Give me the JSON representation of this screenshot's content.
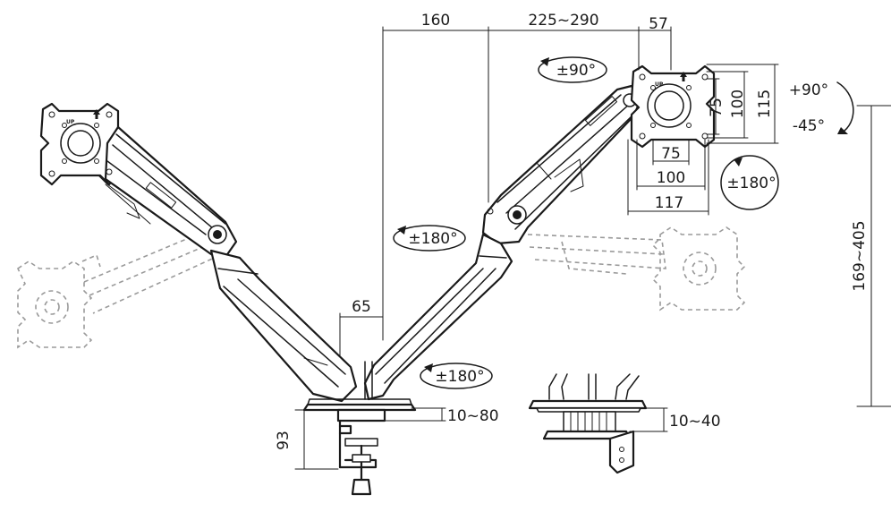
{
  "dimensions": {
    "arm_top_width": "160",
    "arm_extension": "225~290",
    "head_depth": "57",
    "vesa_vertical": [
      "75",
      "100",
      "115"
    ],
    "vesa_horizontal": [
      "75",
      "100",
      "117"
    ],
    "pole_offset": "65",
    "height_range": "169~405",
    "base_height": "93",
    "clamp_range": "10~80",
    "grommet_range": "10~40"
  },
  "rotations": {
    "head_rotation": "±90°",
    "tilt_up": "+90°",
    "tilt_down": "-45°",
    "swivel_head": "±180°",
    "swivel_elbow": "±180°",
    "swivel_base": "±180°"
  },
  "labels": {
    "up_mark_left": "UP",
    "up_mark_right": "UP"
  },
  "colors": {
    "line": "#1a1a1a",
    "ghost": "#9a9a9a",
    "background": "#ffffff"
  }
}
